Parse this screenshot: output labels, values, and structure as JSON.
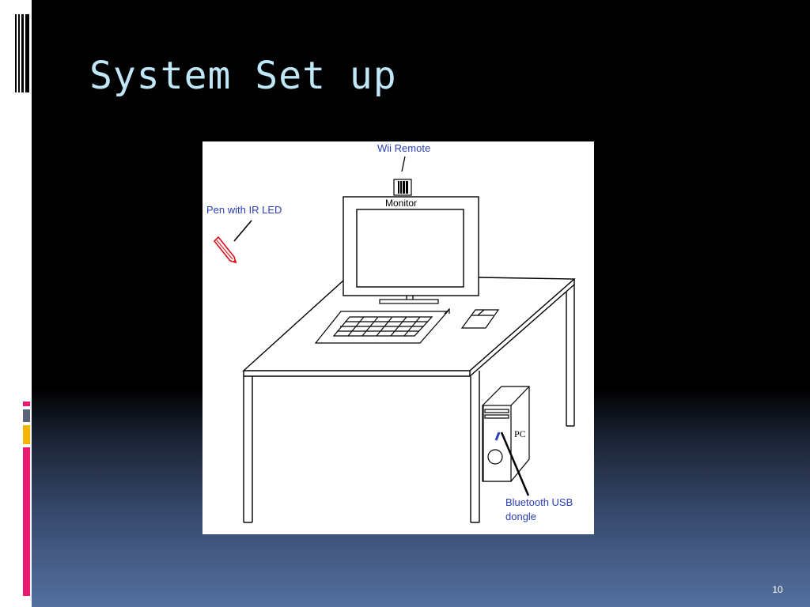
{
  "slide": {
    "title": "System Set up",
    "page_number": "10"
  },
  "diagram": {
    "labels": {
      "wii_remote": "Wii Remote",
      "monitor": "Monitor",
      "pen": "Pen with IR LED",
      "pc": "PC",
      "bluetooth_line1": "Bluetooth USB",
      "bluetooth_line2": "dongle"
    }
  },
  "colors": {
    "title": "#bfe7f8",
    "label_blue": "#2a3fb4",
    "accent_magenta": "#e8196e",
    "accent_gray": "#5a6478",
    "accent_yellow": "#f5b400"
  },
  "icons": [
    "vertical-stripes-icon",
    "pen-icon"
  ]
}
